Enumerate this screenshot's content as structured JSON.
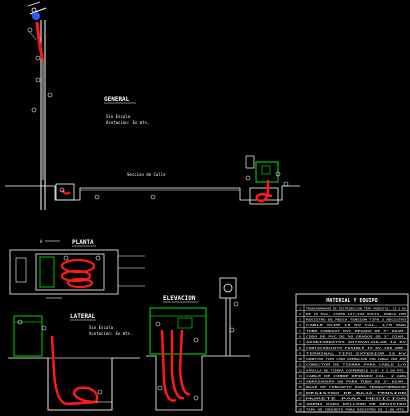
{
  "sections": {
    "general": {
      "title": "GENERAL",
      "scale_line1": "Sin Escala",
      "scale_line2": "Acotacion: En mts."
    },
    "planta": {
      "title": "PLANTA"
    },
    "lateral": {
      "title": "LATERAL",
      "scale_line1": "Sin Escala",
      "scale_line2": "Acotacion: En mts."
    },
    "elevacion": {
      "title": "ELEVACION"
    }
  },
  "annotations": {
    "road_label": "Seccion de Calle"
  },
  "table": {
    "title": "MATERIAL Y EQUIPO",
    "rows": [
      "TRANSFORMADOR DE DISTRIBUCION TIPO PEDESTAL, 13.2 KV",
      "DE 75 KVA, 13200-127/220 VOLTS, MARCA IEM",
      "REGISTRO DE MEDIA TENSION TIPO 3 REGISTRO",
      "CABLE XLPE 15 KV CAL. 1/0 AWG",
      "TUBO CONDUIT PVC PESADO DE 3\" DIAM.",
      "CODO DE PVC DE 90 GRADOS DE 3\" DIAM.",
      "APARTARRAYOS AUTOVALVULAR 12 KV",
      "CORTACIRCUITO FUSIBLE 15 KV 100 AMP.",
      "TERMINAL TIPO EXTERIOR 15 KV",
      "CONECTOR TIPO CODO OPERACION CON CARGA 200 AMP",
      "CONECTOR DE TIERRA PARA CABLE 1/0",
      "VARILLA DE TIERRA COPPERWELD 5/8\" X 3.00 MTS.",
      "CABLE DE COBRE DESNUDO CAL. 2 AWG",
      "ABRAZADERA UB PARA TUBO DE 3\" DIAM.",
      "BASE DE CONCRETO PARA TRANSFORMADOR",
      "REGISTRO DE BAJA TENSION",
      "MURETE PARA MEDICION",
      "ARENA PARA RELLENO DE REGISTRO",
      "TAPA DE CONCRETO PARA REGISTRO DE 1.00 MTS."
    ]
  },
  "colors": {
    "background": "#000000",
    "linework": "#ffffff",
    "cable": "#ff1a1a",
    "equipment": "#00c000",
    "accent": "#2a5cff"
  }
}
